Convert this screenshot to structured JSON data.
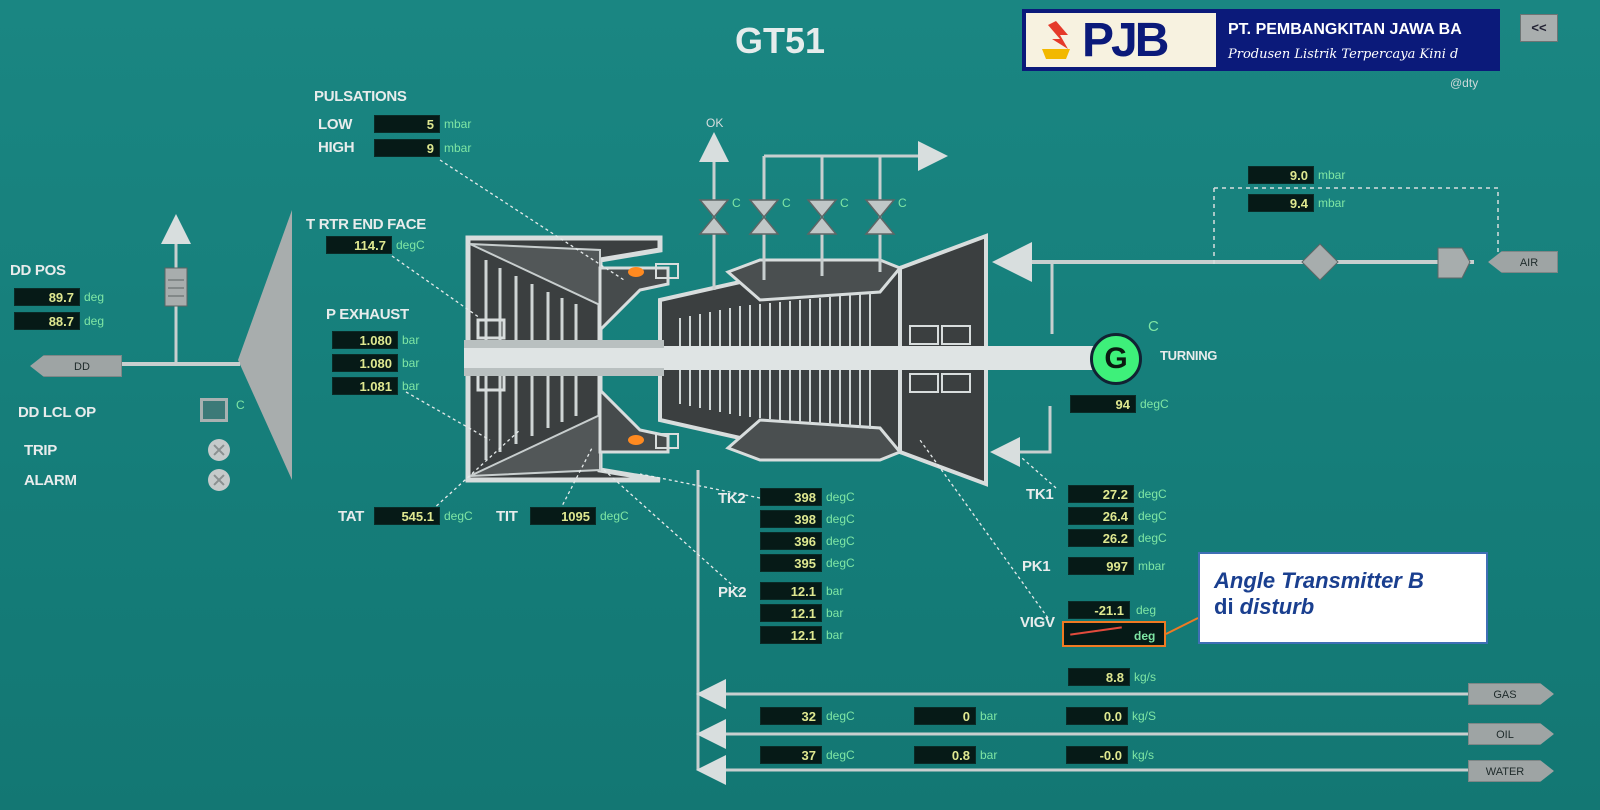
{
  "title": "GT51",
  "logo": {
    "letters": "PJB",
    "company": "PT. PEMBANGKITAN JAWA BA",
    "slogan": "Produsen Listrik Terpercaya Kini d",
    "credit": "@dty"
  },
  "nav": {
    "back_label": "<<"
  },
  "pulsations": {
    "label": "PULSATIONS",
    "low_label": "LOW",
    "low_value": "5",
    "low_unit": "mbar",
    "high_label": "HIGH",
    "high_value": "9",
    "high_unit": "mbar"
  },
  "trtr": {
    "label": "T RTR END FACE",
    "value": "114.7",
    "unit": "degC"
  },
  "p_exhaust": {
    "label": "P EXHAUST",
    "values": [
      "1.080",
      "1.080",
      "1.081"
    ],
    "unit": "bar"
  },
  "dd": {
    "pos_label": "DD POS",
    "pos_values": [
      "89.7",
      "88.7"
    ],
    "pos_unit": "deg",
    "button_label": "DD",
    "lcl_op_label": "DD LCL OP",
    "lcl_op_state": "C",
    "trip_label": "TRIP",
    "alarm_label": "ALARM"
  },
  "tat": {
    "label": "TAT",
    "value": "545.1",
    "unit": "degC"
  },
  "tit": {
    "label": "TIT",
    "value": "1095",
    "unit": "degC"
  },
  "valves": {
    "ok_label": "OK",
    "states": [
      "C",
      "C",
      "C",
      "C"
    ]
  },
  "air": {
    "values": [
      "9.0",
      "9.4"
    ],
    "unit": "mbar",
    "button_label": "AIR"
  },
  "generator": {
    "symbol": "G",
    "state": "C",
    "status": "TURNING",
    "temp_value": "94",
    "temp_unit": "degC"
  },
  "tk1": {
    "label": "TK1",
    "values": [
      "27.2",
      "26.4",
      "26.2"
    ],
    "unit": "degC"
  },
  "pk1": {
    "label": "PK1",
    "value": "997",
    "unit": "mbar"
  },
  "tk2": {
    "label": "TK2",
    "values": [
      "398",
      "398",
      "396",
      "395"
    ],
    "unit": "degC"
  },
  "pk2": {
    "label": "PK2",
    "values": [
      "12.1",
      "12.1",
      "12.1"
    ],
    "unit": "bar"
  },
  "vigv": {
    "label": "VIGV",
    "a_value": "-21.1",
    "b_value": "",
    "unit": "deg"
  },
  "callout": {
    "line1": "Angle Transmitter B",
    "line2_prefix": "di ",
    "line2_italic": "disturb"
  },
  "gas": {
    "flow": "8.8",
    "flow_unit": "kg/s",
    "button_label": "GAS"
  },
  "oil": {
    "temp": "32",
    "temp_unit": "degC",
    "pressure": "0",
    "pressure_unit": "bar",
    "flow": "0.0",
    "flow_unit": "kg/S",
    "button_label": "OIL"
  },
  "water": {
    "temp": "37",
    "temp_unit": "degC",
    "pressure": "0.8",
    "pressure_unit": "bar",
    "flow": "-0.0",
    "flow_unit": "kg/s",
    "button_label": "WATER"
  },
  "colors": {
    "background": "#16807c",
    "value_box": "#061a17",
    "value_text": "#dfe890",
    "unit_text": "#7fe6a4",
    "generator": "#3ef07a",
    "highlight": "#f07a22"
  }
}
